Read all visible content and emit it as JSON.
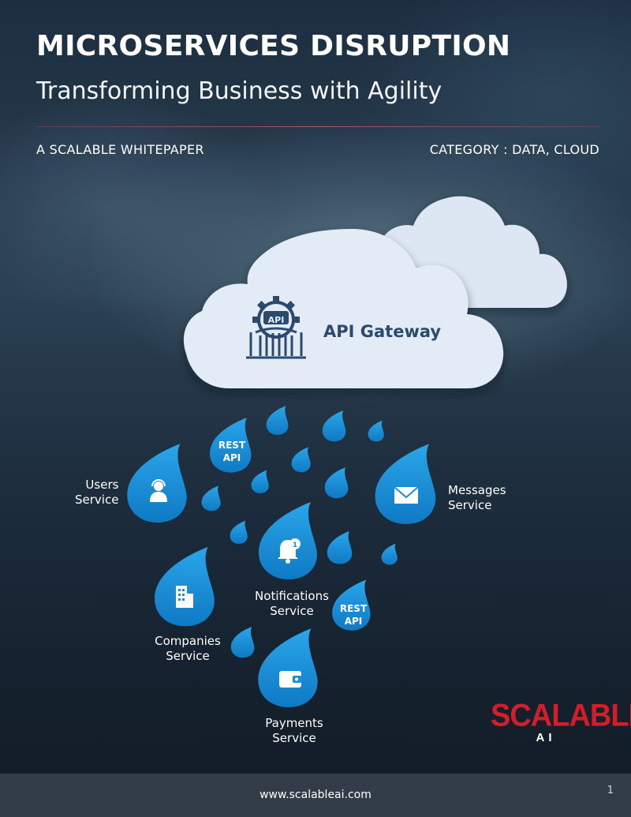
{
  "header": {
    "title": "MICROSERVICES DISRUPTION",
    "subtitle": "Transforming Business with Agility",
    "left_meta": "A SCALABLE WHITEPAPER",
    "right_meta": "CATEGORY : DATA, CLOUD"
  },
  "diagram": {
    "gateway_label": "API Gateway",
    "gateway_icon_text": "API",
    "rest_api_1": [
      "REST",
      "API"
    ],
    "rest_api_2": [
      "REST",
      "API"
    ],
    "users": [
      "Users",
      "Service"
    ],
    "messages": [
      "Messages",
      "Service"
    ],
    "notifications": [
      "Notifications",
      "Service"
    ],
    "notifications_badge": "1",
    "companies": [
      "Companies",
      "Service"
    ],
    "payments": [
      "Payments",
      "Service"
    ]
  },
  "logo": {
    "brand": "SCALABLE",
    "sub": "AI"
  },
  "footer": {
    "url": "www.scalableai.com",
    "page_number": "1"
  },
  "colors": {
    "drop": "#1a8fd6",
    "cloud": "#dfe9f5",
    "gateway_text": "#2b4a6e",
    "brand_red": "#d11e28"
  }
}
